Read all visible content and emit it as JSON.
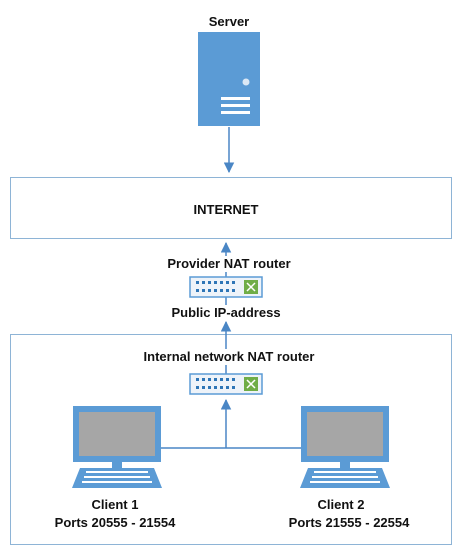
{
  "server": {
    "label": "Server",
    "icon": "server-tower-icon"
  },
  "internet": {
    "label": "INTERNET"
  },
  "provider_router": {
    "label": "Provider NAT router",
    "icon": "network-router-icon"
  },
  "public_ip": {
    "label": "Public IP-address"
  },
  "internal_network": {
    "label": "Internal network NAT router",
    "icon": "network-router-icon"
  },
  "clients": [
    {
      "name": "Client 1",
      "ports": "Ports 20555 - 21554",
      "icon": "laptop-icon"
    },
    {
      "name": "Client 2",
      "ports": "Ports 21555 - 22554",
      "icon": "laptop-icon"
    }
  ],
  "colors": {
    "device_blue": "#5b9bd5",
    "border_blue": "#8eb4d6",
    "connector": "#4a86c5",
    "screen_gray": "#a6a6a6",
    "router_green": "#70ad47"
  }
}
